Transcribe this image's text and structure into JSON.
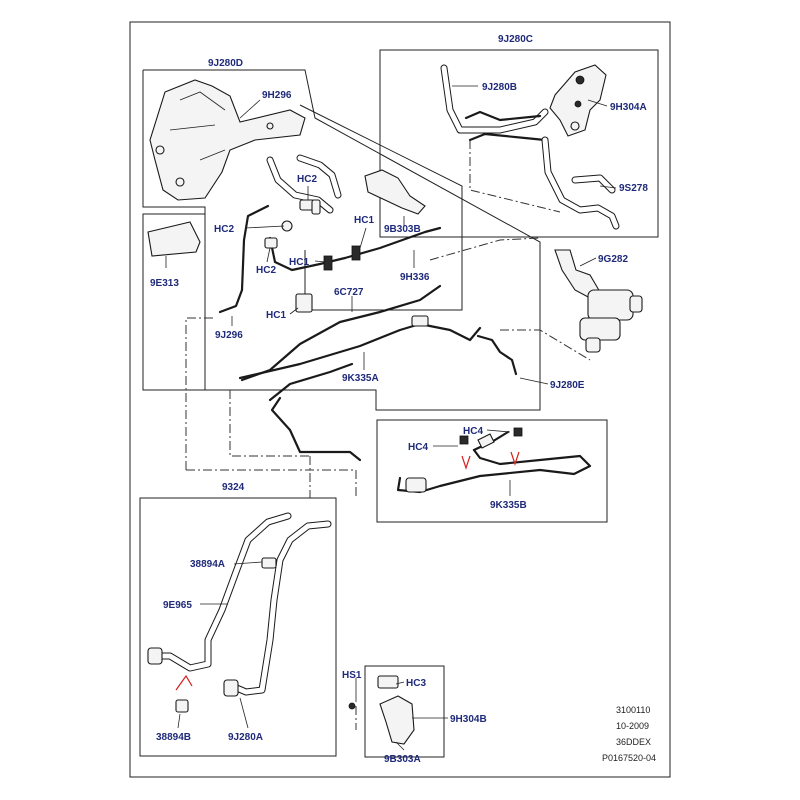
{
  "diagram": {
    "labels": {
      "l_9J280D": "9J280D",
      "l_9H296": "9H296",
      "l_9J280C": "9J280C",
      "l_9J280B": "9J280B",
      "l_9H304A": "9H304A",
      "l_9S278": "9S278",
      "l_HC2_top": "HC2",
      "l_HC1_top": "HC1",
      "l_9B303B": "9B303B",
      "l_HC2_left": "HC2",
      "l_HC2_mid": "HC2",
      "l_HC1_mid": "HC1",
      "l_9H336": "9H336",
      "l_9E313": "9E313",
      "l_6C727": "6C727",
      "l_HC1_low": "HC1",
      "l_9J296": "9J296",
      "l_9G282": "9G282",
      "l_9K335A": "9K335A",
      "l_9J280E": "9J280E",
      "l_HC4_a": "HC4",
      "l_HC4_b": "HC4",
      "l_9K335B": "9K335B",
      "l_9324": "9324",
      "l_38894A": "38894A",
      "l_9E965": "9E965",
      "l_38894B": "38894B",
      "l_9J280A": "9J280A",
      "l_HS1": "HS1",
      "l_HC3": "HC3",
      "l_9H304B": "9H304B",
      "l_9B303A": "9B303A"
    },
    "meta": {
      "line1": "3100110",
      "line2": "10-2009",
      "line3": "36DDEX",
      "line4": "P0167520-04"
    },
    "colors": {
      "label": "#1f2a7a",
      "line": "#1a1a1a",
      "accent": "#d62020"
    }
  }
}
